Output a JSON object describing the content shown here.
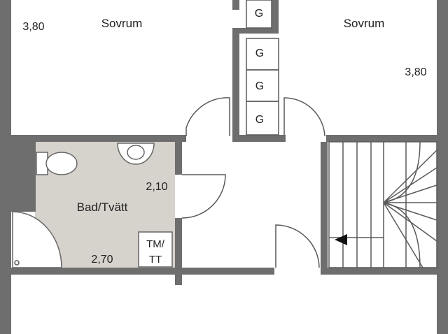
{
  "rooms": {
    "bedroom_left": {
      "label": "Sovrum",
      "dimension": "3,80"
    },
    "bedroom_right": {
      "label": "Sovrum",
      "dimension": "3,80"
    },
    "bathroom": {
      "label": "Bad/Tvätt",
      "dimension_height": "2,10",
      "dimension_width": "2,70"
    }
  },
  "closets": [
    "G",
    "G",
    "G",
    "G"
  ],
  "appliance": {
    "line1": "TM/",
    "line2": "TT"
  },
  "colors": {
    "wall": "#6e6e6e",
    "bathroom_floor": "#d6d2cc",
    "background": "#ffffff"
  }
}
